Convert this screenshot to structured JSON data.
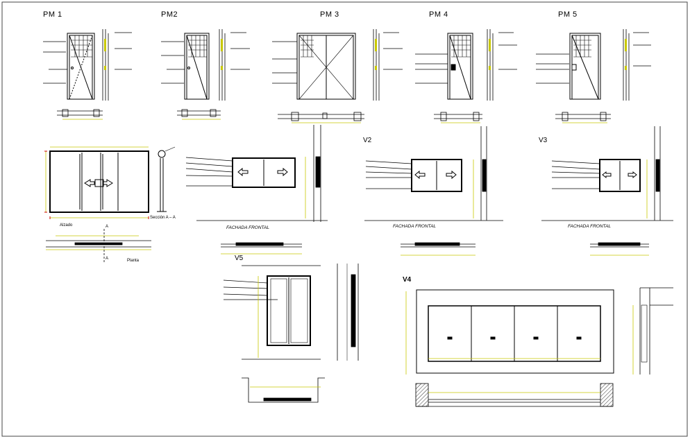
{
  "door_titles": [
    "PM 1",
    "PM2",
    "PM 3",
    "PM 4",
    "PM 5"
  ],
  "window_titles": {
    "v2": "V2",
    "v3": "V3",
    "v4": "V4",
    "v5": "V5"
  },
  "fachada_label": "FACHADA FRONTAL",
  "alzado_label": "Alzado",
  "seccion_label": "Sección A – A",
  "planta_label": "Planta",
  "cut_marker": "A",
  "colors": {
    "line": "#000000",
    "dimension": "#c8c800",
    "accent": "#cc0000",
    "border": "#444444"
  }
}
